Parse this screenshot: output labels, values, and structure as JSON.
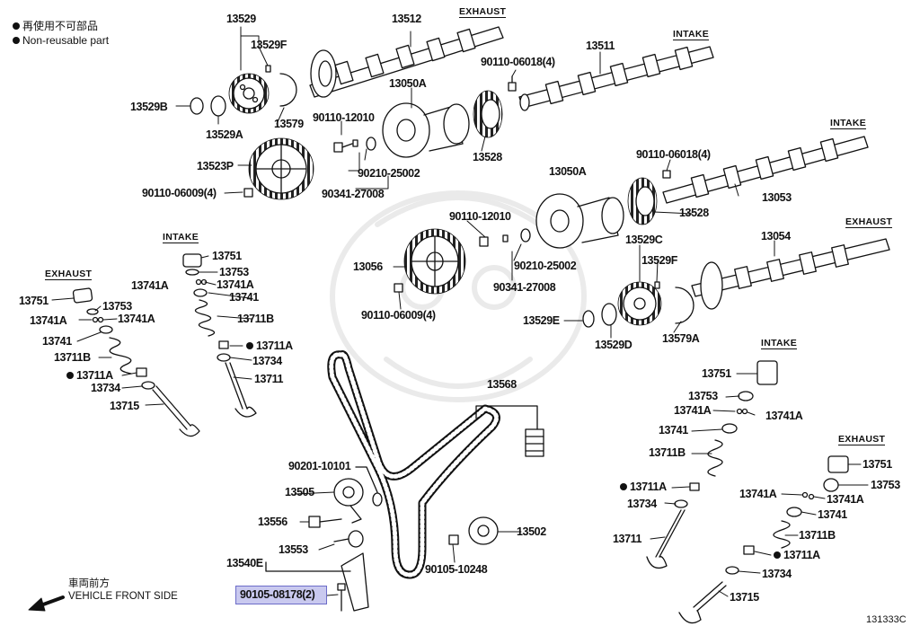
{
  "legend": {
    "jp_text": "再使用不可部品",
    "en_text": "Non-reusable part"
  },
  "direction": {
    "jp_text": "車両前方",
    "en_text": "VEHICLE FRONT SIDE"
  },
  "diagram_code": "131333C",
  "highlighted_part": "90105-08178(2)",
  "section_headings": {
    "exhaust_cam_upper": "EXHAUST",
    "intake_cam_upper": "INTAKE",
    "intake_cam_right": "INTAKE",
    "exhaust_cam_right": "EXHAUST",
    "intake_valve_left": "INTAKE",
    "exhaust_valve_left": "EXHAUST",
    "intake_valve_right": "INTAKE",
    "exhaust_valve_right": "EXHAUST"
  },
  "parts": {
    "p13529_top": "13529",
    "p13529f_top": "13529F",
    "p13512": "13512",
    "p13511": "13511",
    "p90110_06018_a": "90110-06018(4)",
    "p13050a_top": "13050A",
    "p13529b": "13529B",
    "p13529a": "13529A",
    "p13579": "13579",
    "p90110_12010_a": "90110-12010",
    "p13528_top": "13528",
    "p13523p": "13523P",
    "p90210_25002_a": "90210-25002",
    "p90341_27008_a": "90341-27008",
    "p90110_06009_a": "90110-06009(4)",
    "p13050a_mid": "13050A",
    "p90110_06018_b": "90110-06018(4)",
    "p13053": "13053",
    "p13528_mid": "13528",
    "p90110_12010_b": "90110-12010",
    "p13054": "13054",
    "p13056": "13056",
    "p90210_25002_b": "90210-25002",
    "p90341_27008_b": "90341-27008",
    "p13529c": "13529C",
    "p13529f_mid": "13529F",
    "p90110_06009_b": "90110-06009(4)",
    "p13529e": "13529E",
    "p13529d": "13529D",
    "p13579a": "13579A",
    "iv_13751": "13751",
    "iv_13753": "13753",
    "iv_13741a_l": "13741A",
    "iv_13741a_r": "13741A",
    "iv_13741": "13741",
    "iv_13711b": "13711B",
    "iv_13711a": "13711A",
    "iv_13734": "13734",
    "iv_13711": "13711",
    "ev_13751": "13751",
    "ev_13753": "13753",
    "ev_13741a_l": "13741A",
    "ev_13741a_r": "13741A",
    "ev_13741": "13741",
    "ev_13711b": "13711B",
    "ev_13711a": "13711A",
    "ev_13734": "13734",
    "ev_13715": "13715",
    "p13568": "13568",
    "p90201_10101": "90201-10101",
    "p13505": "13505",
    "p13556": "13556",
    "p13553": "13553",
    "p13540e": "13540E",
    "p13502": "13502",
    "p90105_10248": "90105-10248",
    "riv_13751": "13751",
    "riv_13753": "13753",
    "riv_13741a_l": "13741A",
    "riv_13741a_r": "13741A",
    "riv_13741": "13741",
    "riv_13711b": "13711B",
    "riv_13711a": "13711A",
    "riv_13734": "13734",
    "riv_13711": "13711",
    "rev_13751": "13751",
    "rev_13753": "13753",
    "rev_13741a_l": "13741A",
    "rev_13741a_r": "13741A",
    "rev_13741": "13741",
    "rev_13711b": "13711B",
    "rev_13711a": "13711A",
    "rev_13734": "13734",
    "rev_13715": "13715"
  }
}
